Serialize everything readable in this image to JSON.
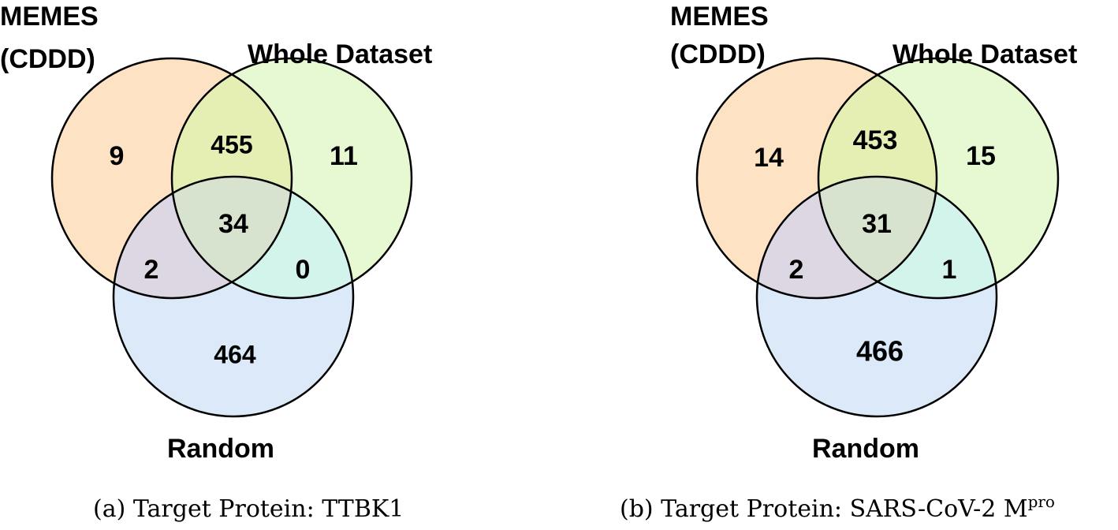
{
  "colors": {
    "memes": "#fde2c4",
    "whole": "#e6f9d2",
    "random": "#dbe9f8",
    "memes_whole": "#e6efb3",
    "memes_random": "#ddd7e4",
    "whole_random": "#d2f4ea",
    "all": "#d7e3cf",
    "outline": "#000000"
  },
  "diagrams": [
    {
      "labels": {
        "memes_line1": "MEMES",
        "memes_line2": "(CDDD)",
        "whole": "Whole Dataset",
        "random": "Random"
      },
      "counts": {
        "memes_only": "9",
        "whole_only": "11",
        "random_only": "464",
        "memes_whole": "455",
        "memes_random": "2",
        "whole_random": "0",
        "all": "34"
      },
      "caption": {
        "prefix": "(a) Target Protein: TTBK1",
        "sup": ""
      }
    },
    {
      "labels": {
        "memes_line1": "MEMES",
        "memes_line2": "(CDDD)",
        "whole": "Whole Dataset",
        "random": "Random"
      },
      "counts": {
        "memes_only": "14",
        "whole_only": "15",
        "random_only": "466",
        "memes_whole": "453",
        "memes_random": "2",
        "whole_random": "1",
        "all": "31"
      },
      "caption": {
        "prefix": "(b) Target Protein: SARS-CoV-2 M",
        "sup": "pro"
      }
    }
  ]
}
